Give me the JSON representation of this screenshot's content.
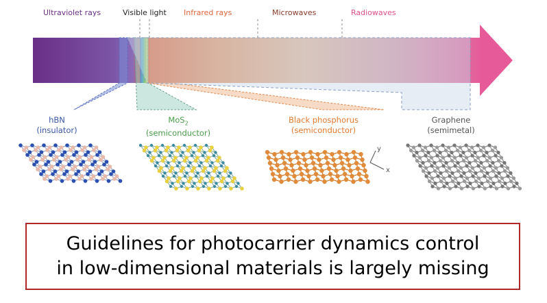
{
  "spectrum": {
    "bands": [
      {
        "label": "Ultraviolet rays",
        "color": "#6a2f86"
      },
      {
        "label": "Visible light",
        "color": "#222222"
      },
      {
        "label": "Infrared rays",
        "color": "#e0643c"
      },
      {
        "label": "Microwaves",
        "color": "#8a3a2a"
      },
      {
        "label": "Radiowaves",
        "color": "#e0508a"
      }
    ]
  },
  "materials": [
    {
      "name": "hBN",
      "name_sub": "",
      "type": "(insulator)",
      "color": "#3a57a8"
    },
    {
      "name": "MoS",
      "name_sub": "2",
      "type": "(semiconductor)",
      "color": "#4a9a4a"
    },
    {
      "name": "Black phosphorus",
      "name_sub": "",
      "type": "(semiconductor)",
      "color": "#e27a2e"
    },
    {
      "name": "Graphene",
      "name_sub": "",
      "type": "(semimetal)",
      "color": "#555555"
    }
  ],
  "axes": {
    "y_label": "y",
    "x_label": "x"
  },
  "caption": {
    "line1": "Guidelines for photocarrier dynamics control",
    "line2": "in low-dimensional materials is largely missing",
    "border_color": "#b0282a"
  }
}
